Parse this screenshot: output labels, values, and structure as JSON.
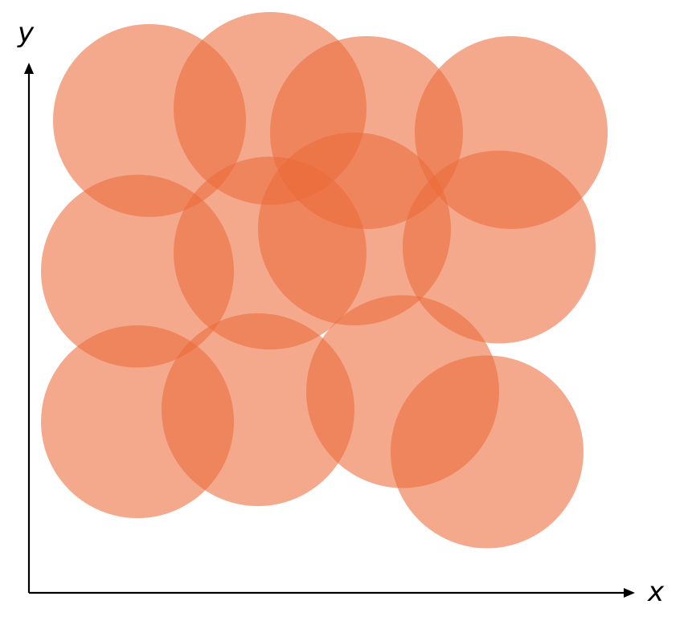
{
  "chart_data": {
    "type": "scatter",
    "title": "",
    "xlabel": "x",
    "ylabel": "y",
    "marker": "circle",
    "xlim": [
      0,
      10
    ],
    "ylim": [
      0,
      10
    ],
    "grid": false,
    "legend": "none",
    "color": "#ec6a3a",
    "marker_opacity": 0.58,
    "marker_radius": 1.6,
    "points": [
      {
        "x": 2.0,
        "y": 8.0
      },
      {
        "x": 4.0,
        "y": 8.2
      },
      {
        "x": 5.6,
        "y": 7.8
      },
      {
        "x": 8.0,
        "y": 7.8
      },
      {
        "x": 1.8,
        "y": 5.5
      },
      {
        "x": 4.0,
        "y": 5.8
      },
      {
        "x": 5.4,
        "y": 6.2
      },
      {
        "x": 7.8,
        "y": 5.9
      },
      {
        "x": 1.8,
        "y": 3.0
      },
      {
        "x": 3.8,
        "y": 3.2
      },
      {
        "x": 6.2,
        "y": 3.5
      },
      {
        "x": 7.6,
        "y": 2.5
      }
    ]
  }
}
